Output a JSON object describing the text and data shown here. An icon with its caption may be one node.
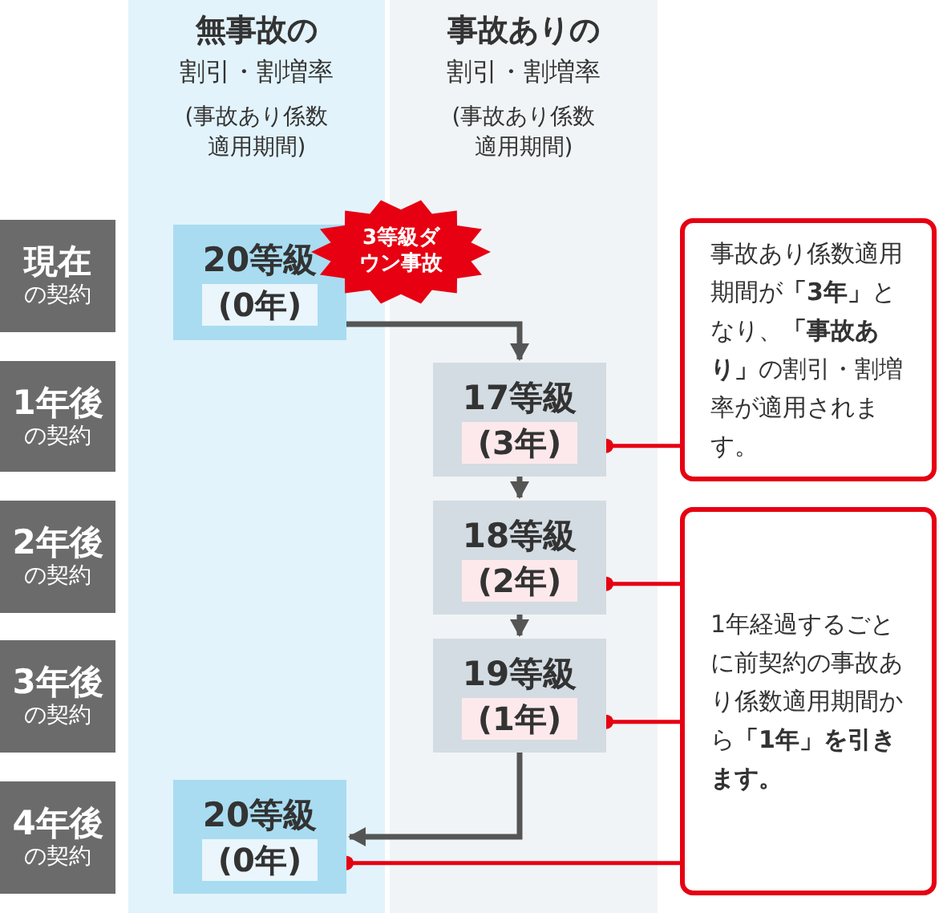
{
  "diagram": {
    "nodes": [
      {
        "text": [
          "無事故の",
          "割引・割増率",
          "(事故あり係数適用期間)"
        ]
      },
      {
        "text": [
          "事故ありの",
          "割引・割増率",
          "(事故あり係数適用期間)"
        ]
      },
      {
        "text": [
          "現在",
          "の契約"
        ]
      },
      {
        "text": [
          "1年後",
          "の契約"
        ]
      },
      {
        "text": [
          "2年後",
          "の契約"
        ]
      },
      {
        "text": [
          "3年後",
          "の契約"
        ]
      },
      {
        "text": [
          "4年後",
          "の契約"
        ]
      },
      {
        "text": [
          "20等級",
          "(0年)"
        ],
        "in": 0
      },
      {
        "text": [
          "3等級ダウン事故"
        ]
      },
      {
        "text": [
          "17等級",
          "(3年)"
        ],
        "in": 1
      },
      {
        "text": [
          "18等級",
          "(2年)"
        ],
        "in": 1
      },
      {
        "text": [
          "19等級",
          "(1年)"
        ],
        "in": 1
      },
      {
        "text": [
          "20等級",
          "(0年)"
        ],
        "in": 0
      },
      {
        "text": [
          "事故あり係数適用期間が**「3年」**となり、**「事故あり」**の割引・割増率が適用されます。"
        ]
      },
      {
        "text": [
          "1年経過するごとに前契約の事故あり係数適用期間から**「1年」を引きます。**"
        ]
      }
    ],
    "edges": [
      {
        "from": 7,
        "to": 9,
        "arrow": "to"
      },
      {
        "from": 9,
        "to": 10,
        "arrow": "to"
      },
      {
        "from": 10,
        "to": 11,
        "arrow": "to"
      },
      {
        "from": 11,
        "to": 12,
        "arrow": "to"
      },
      {
        "from": 13,
        "to": 9,
        "arrow": "other",
        "color": "#e60012"
      },
      {
        "from": 14,
        "to": 10,
        "arrow": "other",
        "color": "#e60012"
      },
      {
        "from": 14,
        "to": 11,
        "arrow": "other",
        "color": "#e60012"
      },
      {
        "from": 14,
        "to": 12,
        "arrow": "other",
        "color": "#e60012"
      }
    ]
  }
}
